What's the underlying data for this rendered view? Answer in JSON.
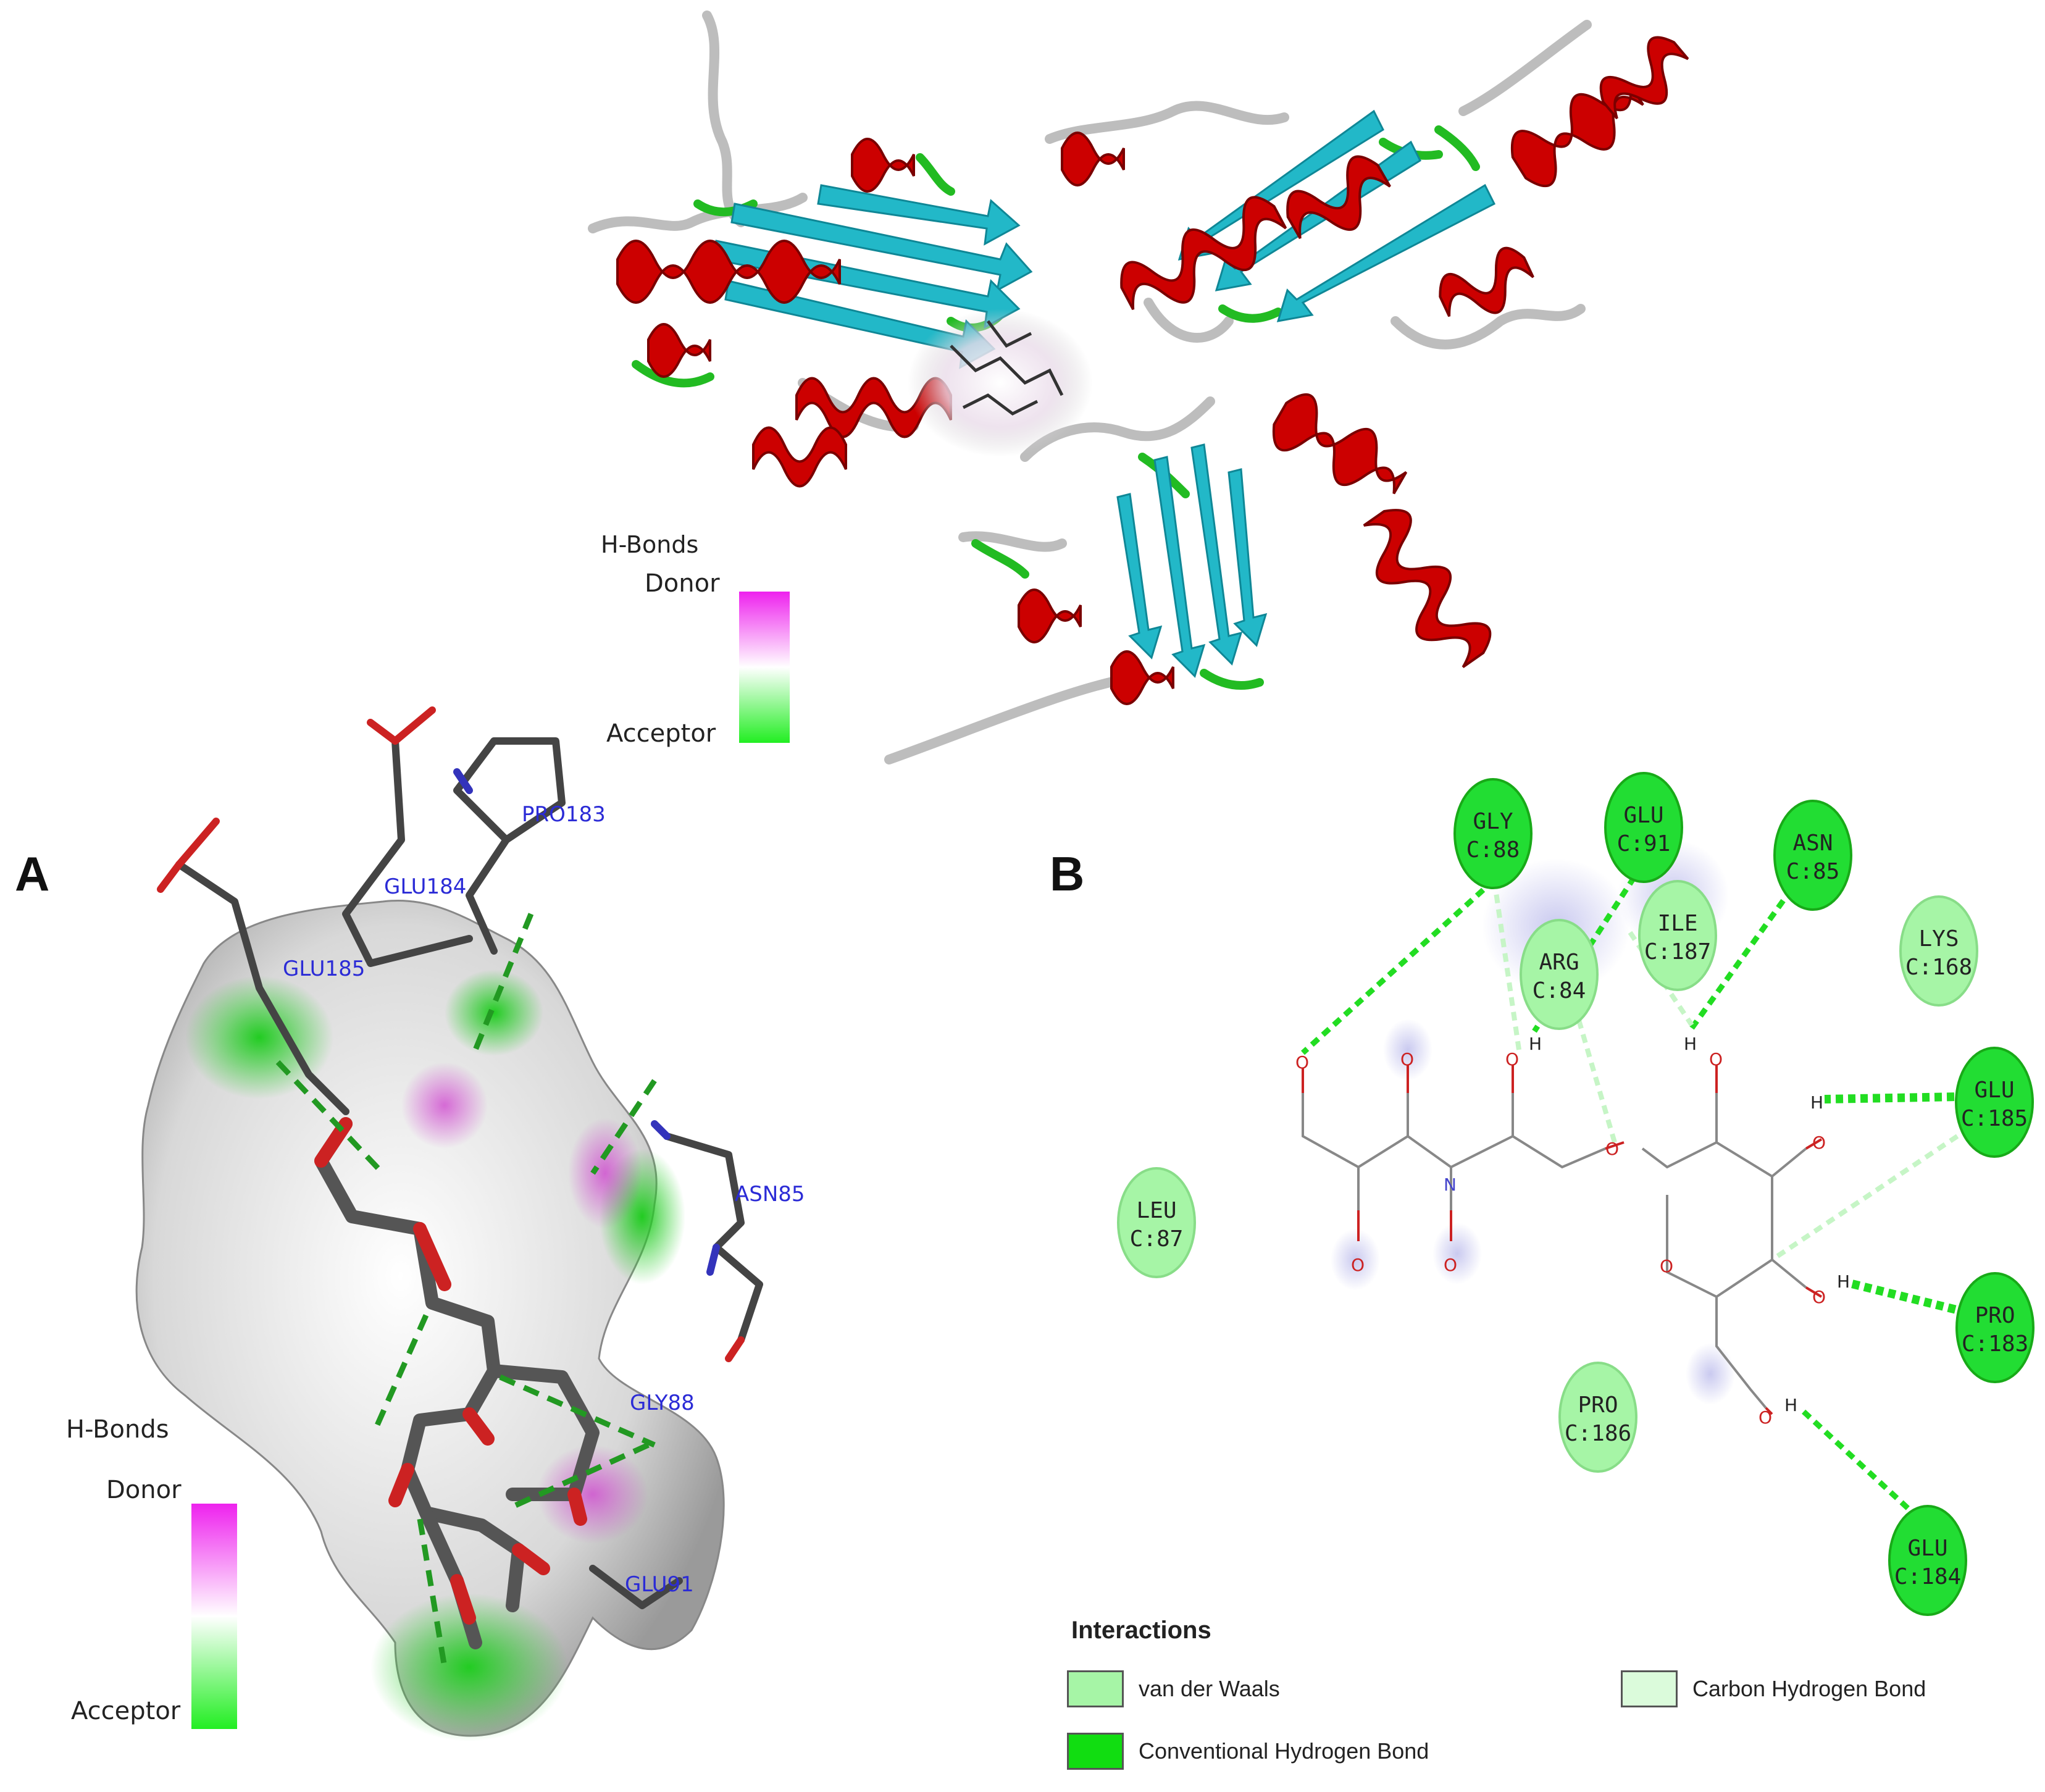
{
  "protein_view": {
    "hbond_legend": {
      "title": "H-Bonds",
      "donor": "Donor",
      "acceptor": "Acceptor"
    }
  },
  "panel_a": {
    "letter": "A",
    "hbond_legend": {
      "title": "H-Bonds",
      "donor": "Donor",
      "acceptor": "Acceptor"
    },
    "residue_labels": [
      "PRO183",
      "GLU184",
      "GLU185",
      "ASN85",
      "GLY88",
      "GLU91"
    ]
  },
  "panel_b": {
    "letter": "B",
    "residues": [
      {
        "name": "GLY",
        "id": "C:88",
        "type": "conventional"
      },
      {
        "name": "GLU",
        "id": "C:91",
        "type": "conventional"
      },
      {
        "name": "ASN",
        "id": "C:85",
        "type": "conventional"
      },
      {
        "name": "ILE",
        "id": "C:187",
        "type": "vdw"
      },
      {
        "name": "ARG",
        "id": "C:84",
        "type": "vdw"
      },
      {
        "name": "LYS",
        "id": "C:168",
        "type": "vdw"
      },
      {
        "name": "GLU",
        "id": "C:185",
        "type": "conventional"
      },
      {
        "name": "LEU",
        "id": "C:87",
        "type": "vdw"
      },
      {
        "name": "PRO",
        "id": "C:183",
        "type": "conventional"
      },
      {
        "name": "PRO",
        "id": "C:186",
        "type": "vdw"
      },
      {
        "name": "GLU",
        "id": "C:184",
        "type": "conventional"
      }
    ],
    "atom_labels": {
      "oxygen": "O",
      "nitrogen": "N",
      "hydrogen": "H"
    },
    "legend": {
      "title": "Interactions",
      "items": [
        {
          "label": "van der Waals",
          "color": "#a6f5a6"
        },
        {
          "label": "Conventional Hydrogen Bond",
          "color": "#11dd11"
        },
        {
          "label": "Carbon Hydrogen Bond",
          "color": "#dbfbdb"
        }
      ]
    }
  },
  "colors": {
    "helix": "#cc0000",
    "strand": "#22b8c8",
    "coil": "#b8b8b8",
    "turn": "#22bb22",
    "hbond": "#22dd22",
    "donor": "#ee22ee",
    "acceptor": "#22ee22",
    "vdw_fill": "#a6f5a6",
    "conv_fill": "#22dd33"
  }
}
